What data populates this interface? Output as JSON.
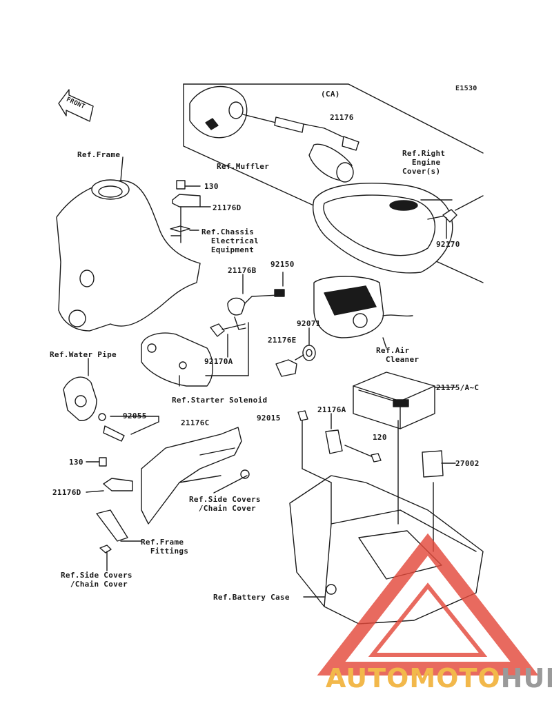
{
  "diagram_code": "E1530",
  "labels": {
    "ca": "(CA)",
    "p21176_top": "21176",
    "ref_muffler": "Ref.Muffler",
    "ref_right_engine_cover": "Ref.Right\n  Engine\nCover(s)",
    "p92170_right": "92170",
    "ref_frame": "Ref.Frame",
    "p130_top": "130",
    "p21176D_top": "21176D",
    "ref_chassis_elec": "Ref.Chassis\n  Electrical\n  Equipment",
    "p21176B": "21176B",
    "p92150": "92150",
    "p92071": "92071",
    "p21176E": "21176E",
    "ref_air_cleaner": "Ref.Air\n  Cleaner",
    "p92170A": "92170A",
    "ref_water_pipe": "Ref.Water Pipe",
    "ref_starter_solenoid": "Ref.Starter Solenoid",
    "p21175": "21175/A~C",
    "p92055": "92055",
    "p21176C": "21176C",
    "p92015": "92015",
    "p21176A": "21176A",
    "p120": "120",
    "p27002": "27002",
    "p130_bottom": "130",
    "p21176D_bottom": "21176D",
    "ref_side_covers_mid": "Ref.Side Covers\n  /Chain Cover",
    "ref_frame_fittings": "Ref.Frame\n  Fittings",
    "ref_side_covers_bottom": "Ref.Side Covers\n  /Chain Cover",
    "ref_battery_case": "Ref.Battery Case",
    "front_arrow": "FRONT"
  },
  "watermark": {
    "part1": "AUTOMOTO",
    "part2": "HUB",
    "color1": "#f2b84b",
    "color2": "#9a9a9a",
    "triangle_color": "#e44a3c"
  }
}
